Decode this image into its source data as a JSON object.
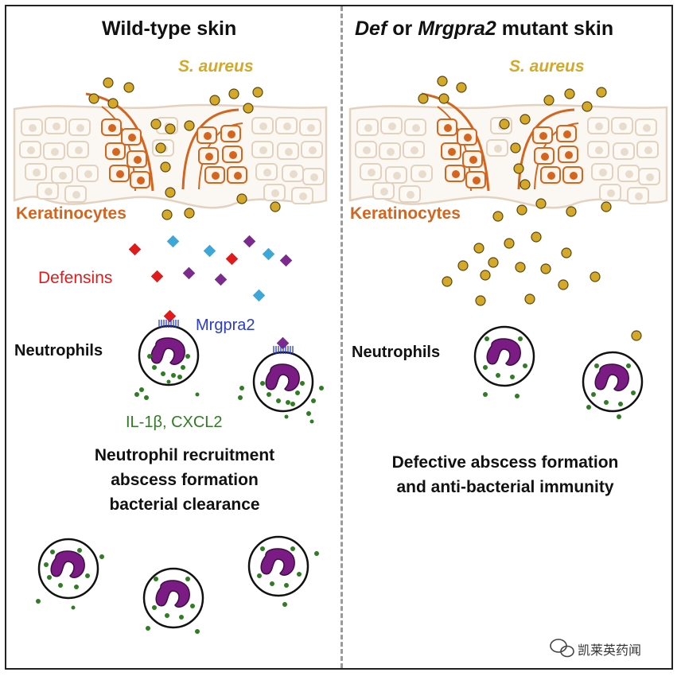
{
  "left_panel": {
    "title": "Wild-type skin",
    "bacteria_label": "S. aureus",
    "keratinocytes_label": "Keratinocytes",
    "defensins_label": "Defensins",
    "receptor_label": "Mrgpra2",
    "neutrophils_label": "Neutrophils",
    "cytokines_label": "IL-1β, CXCL2",
    "outcome_lines": [
      "Neutrophil recruitment",
      "abscess formation",
      "bacterial clearance"
    ]
  },
  "right_panel": {
    "title_part1": "Def",
    "title_part2": " or ",
    "title_part3": "Mrgpra2",
    "title_part4": " mutant skin",
    "bacteria_label": "S. aureus",
    "keratinocytes_label": "Keratinocytes",
    "neutrophils_label": "Neutrophils",
    "outcome_lines": [
      "Defective abscess formation",
      "and anti-bacterial immunity"
    ]
  },
  "watermark": "凯莱英药闻",
  "colors": {
    "bacteria": "#d4a92a",
    "keratinocyte_outline": "#e3d2bf",
    "keratinocyte_active": "#d4651f",
    "defensin_red": "#e21a1a",
    "defensin_blue": "#3aa8d8",
    "defensin_purple": "#7d2a8e",
    "nucleus": "#7a1c84",
    "granule": "#2e7d22",
    "receptor": "#2a3bd0"
  }
}
